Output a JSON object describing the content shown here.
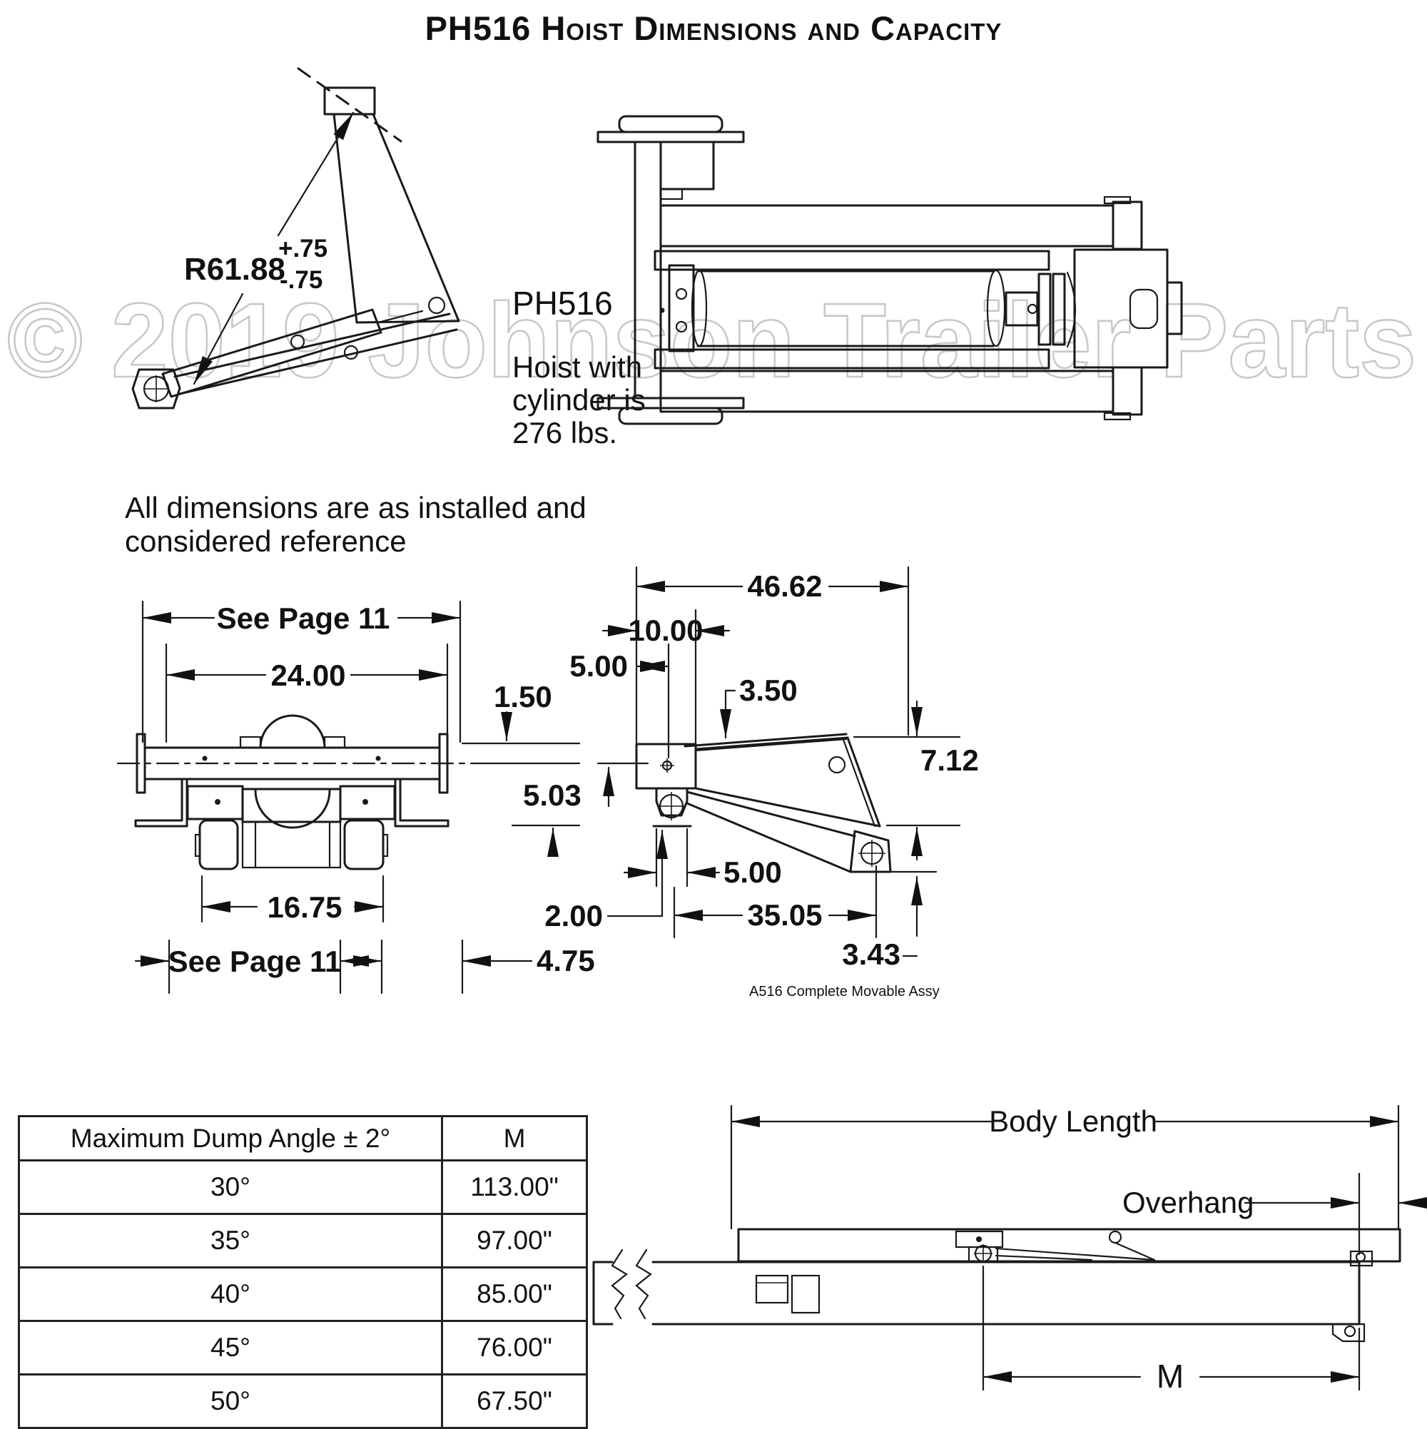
{
  "title": "PH516 Hoist Dimensions and Capacity",
  "watermark": "© 2019 Johnson Trailer Parts",
  "colors": {
    "line": "#1a1a1a",
    "watermark": "#c8c8c8",
    "text": "#111111"
  },
  "raised_view": {
    "radius_label": "R61.88",
    "tolerance_plus": "+.75",
    "tolerance_minus": "-.75"
  },
  "product": {
    "model": "PH516",
    "weight_note_lines": [
      "Hoist with",
      "cylinder is",
      "276 lbs."
    ]
  },
  "reference_note_lines": [
    "All dimensions are as installed and",
    "considered reference"
  ],
  "front_view": {
    "dims": {
      "see_page_top": "See Page 11",
      "width_24": "24.00",
      "offset_1_50": "1.50",
      "offset_5_03": "5.03",
      "width_16_75": "16.75",
      "see_page_bottom": "See Page 11",
      "offset_4_75": "4.75"
    }
  },
  "side_view": {
    "dims": {
      "total_46_62": "46.62",
      "d10": "10.00",
      "d5_upper": "5.00",
      "d3_50": "3.50",
      "d7_12": "7.12",
      "d5_lower": "5.00",
      "d2_00": "2.00",
      "d35_05": "35.05",
      "d3_43": "3.43"
    },
    "caption": "A516 Complete Movable Assy"
  },
  "dump_table": {
    "headers": [
      "Maximum Dump Angle ± 2°",
      "M"
    ],
    "rows": [
      [
        "30°",
        "113.00\""
      ],
      [
        "35°",
        "97.00\""
      ],
      [
        "40°",
        "85.00\""
      ],
      [
        "45°",
        "76.00\""
      ],
      [
        "50°",
        "67.50\""
      ]
    ]
  },
  "installed_view": {
    "body_length_label": "Body Length",
    "overhang_label": "Overhang",
    "m_label": "M"
  }
}
